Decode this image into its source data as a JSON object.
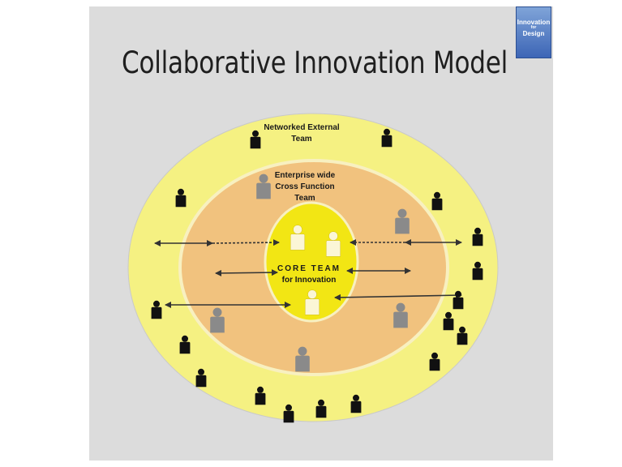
{
  "slide": {
    "title": "Collaborative Innovation Model",
    "logo": {
      "line1": "Innovation",
      "line2": "for",
      "line3": "Design"
    }
  },
  "diagram": {
    "outer_ring": {
      "label_line1": "Networked External",
      "label_line2": "Team",
      "color": "#f5f182"
    },
    "middle_ring": {
      "label_line1": "Enterprise wide",
      "label_line2": "Cross Function",
      "label_line3": "Team",
      "color": "#f1c27e"
    },
    "core": {
      "label_line1": "CORE TEAM",
      "label_line2": "for Innovation",
      "color": "#f2e614"
    },
    "person_icons": {
      "external": "person-icon-black",
      "enterprise": "person-icon-gray",
      "core": "person-icon-white"
    }
  }
}
